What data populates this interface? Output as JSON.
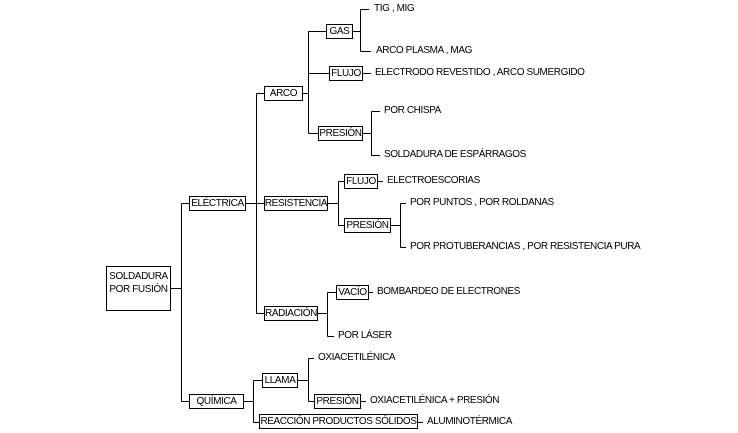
{
  "colors": {
    "background": "#ffffff",
    "line": "#000000",
    "text": "#000000"
  },
  "diagram": {
    "root": {
      "label": "SOLDADURA POR FUSIÓN"
    },
    "electrica": {
      "label": "ELÉCTRICA",
      "arco": {
        "label": "ARCO",
        "gas": {
          "label": "GAS",
          "items": [
            "TIG , MIG",
            "ARCO PLASMA , MAG"
          ]
        },
        "flujo": {
          "label": "FLUJO",
          "items": [
            "ELECTRODO REVESTIDO , ARCO SUMERGIDO"
          ]
        },
        "presion": {
          "label": "PRESIÓN",
          "items": [
            "POR CHISPA",
            "SOLDADURA DE ESPÁRRAGOS"
          ]
        }
      },
      "resistencia": {
        "label": "RESISTENCIA",
        "flujo": {
          "label": "FLUJO",
          "items": [
            "ELECTROESCORIAS"
          ]
        },
        "presion": {
          "label": "PRESIÓN",
          "items": [
            "POR PUNTOS , POR ROLDANAS",
            "POR PROTUBERANCIAS , POR RESISTENCIA PURA"
          ]
        }
      },
      "radiacion": {
        "label": "RADIACIÓN",
        "vacio": {
          "label": "VACÍO",
          "items": [
            "BOMBARDEO DE ELECTRONES"
          ]
        },
        "laser": {
          "label": "POR LÁSER"
        }
      }
    },
    "quimica": {
      "label": "QUÍMICA",
      "llama": {
        "label": "LLAMA",
        "oxiacetilenica": {
          "label": "OXIACETILÉNICA"
        },
        "presion": {
          "label": "PRESIÓN",
          "items": [
            "OXIACETILÉNICA + PRESIÓN"
          ]
        }
      },
      "reaccion": {
        "label": "REACCIÓN PRODUCTOS SÓLIDOS",
        "items": [
          "ALUMINOTÉRMICA"
        ]
      }
    }
  }
}
